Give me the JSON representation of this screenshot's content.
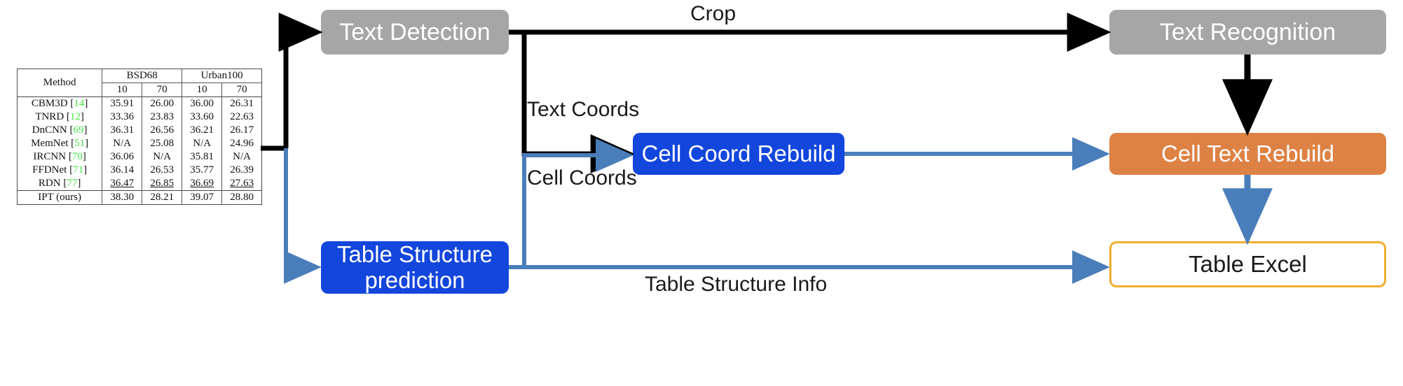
{
  "diagram": {
    "title": "Table recognition pipeline",
    "colors": {
      "gray_node": "#a6a6a6",
      "blue_node": "#1346dc",
      "orange_node": "#dd8244",
      "excel_border": "#efae2f",
      "black_edge": "#000000",
      "blue_edge": "#4a7ebb",
      "reference_green": "#45e545"
    },
    "nodes": [
      {
        "id": "text-detection",
        "label": "Text Detection",
        "style": "gray"
      },
      {
        "id": "text-recognition",
        "label": "Text Recognition",
        "style": "gray"
      },
      {
        "id": "cell-coord",
        "label": "Cell Coord Rebuild",
        "style": "blue"
      },
      {
        "id": "cell-text",
        "label": "Cell Text Rebuild",
        "style": "orange"
      },
      {
        "id": "table-struct",
        "label": "Table Structure\nprediction",
        "style": "blue"
      },
      {
        "id": "table-excel",
        "label": "Table Excel",
        "style": "outline"
      }
    ],
    "edge_labels": {
      "crop": "Crop",
      "text_coords": "Text Coords",
      "cell_coords": "Cell Coords",
      "table_structure_info": "Table Structure Info"
    }
  },
  "paper_table": {
    "columns": [
      "Method",
      "BSD68",
      "Urban100"
    ],
    "sub_columns": [
      "10",
      "70",
      "10",
      "70"
    ],
    "rows": [
      {
        "method": "CBM3D",
        "ref": "14",
        "values": [
          "35.91",
          "26.00",
          "36.00",
          "26.31"
        ],
        "emphasis": "none"
      },
      {
        "method": "TNRD",
        "ref": "12",
        "values": [
          "33.36",
          "23.83",
          "33.60",
          "22.63"
        ],
        "emphasis": "none"
      },
      {
        "method": "DnCNN",
        "ref": "69",
        "values": [
          "36.31",
          "26.56",
          "36.21",
          "26.17"
        ],
        "emphasis": "none"
      },
      {
        "method": "MemNet",
        "ref": "51",
        "values": [
          "N/A",
          "25.08",
          "N/A",
          "24.96"
        ],
        "emphasis": "none"
      },
      {
        "method": "IRCNN",
        "ref": "70",
        "values": [
          "36.06",
          "N/A",
          "35.81",
          "N/A"
        ],
        "emphasis": "none"
      },
      {
        "method": "FFDNet",
        "ref": "71",
        "values": [
          "36.14",
          "26.53",
          "35.77",
          "26.39"
        ],
        "emphasis": "none"
      },
      {
        "method": "RDN",
        "ref": "77",
        "values": [
          "36.47",
          "26.85",
          "36.69",
          "27.63"
        ],
        "emphasis": "underline"
      }
    ],
    "final_row": {
      "method": "IPT (ours)",
      "ref": "",
      "values": [
        "38.30",
        "28.21",
        "39.07",
        "28.80"
      ],
      "emphasis": "bold"
    }
  }
}
